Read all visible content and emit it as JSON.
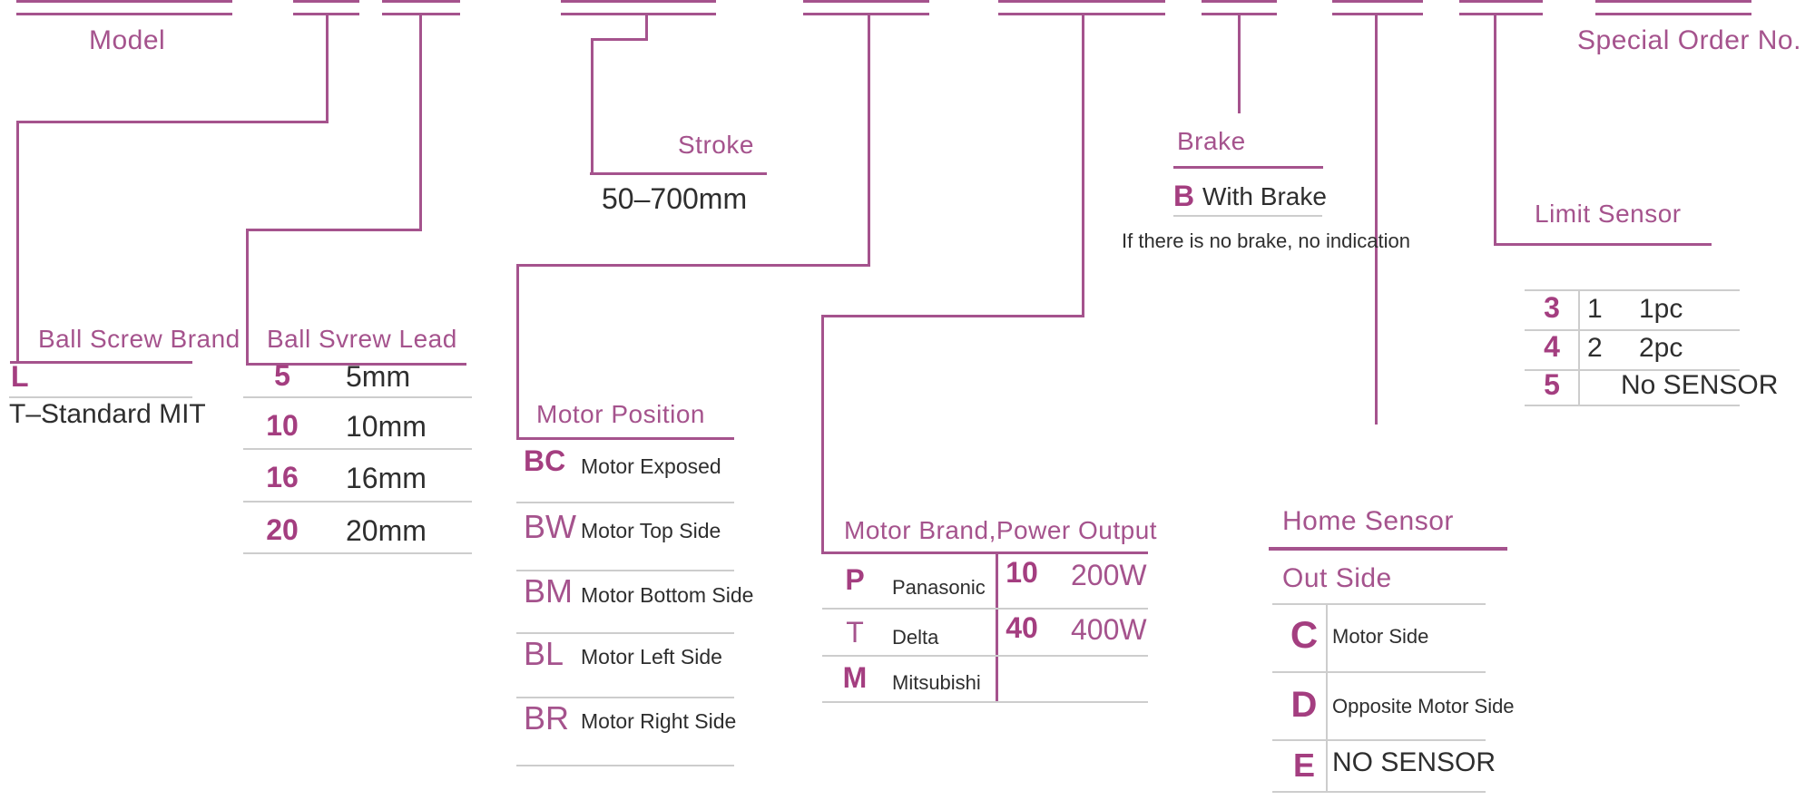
{
  "colors": {
    "accent": "#A5538D",
    "code": "#A43E80",
    "ink": "#2E2E2E",
    "separator": "#CDCDCD"
  },
  "top": {
    "model_label": "Model",
    "special_order_label": "Special Order No."
  },
  "ball_screw_brand": {
    "title": "Ball Screw Brand",
    "code": "L",
    "desc": "T–Standard MIT"
  },
  "ball_screw_lead": {
    "title": "Ball Svrew Lead",
    "rows": [
      {
        "code": "5",
        "value": "5mm"
      },
      {
        "code": "10",
        "value": "10mm"
      },
      {
        "code": "16",
        "value": "16mm"
      },
      {
        "code": "20",
        "value": "20mm"
      }
    ]
  },
  "stroke": {
    "title": "Stroke",
    "range": "50–700mm"
  },
  "motor_position": {
    "title": "Motor Position",
    "rows": [
      {
        "code": "BC",
        "label": "Motor Exposed"
      },
      {
        "code": "BW",
        "label": "Motor Top Side"
      },
      {
        "code": "BM",
        "label": "Motor Bottom Side"
      },
      {
        "code": "BL",
        "label": "Motor Left Side"
      },
      {
        "code": "BR",
        "label": "Motor Right Side"
      }
    ]
  },
  "motor_brand_power": {
    "title": "Motor Brand,Power Output",
    "brands": [
      {
        "code": "P",
        "label": "Panasonic"
      },
      {
        "code": "T",
        "label": "Delta"
      },
      {
        "code": "M",
        "label": "Mitsubishi"
      }
    ],
    "powers": [
      {
        "code": "10",
        "label": "200W"
      },
      {
        "code": "40",
        "label": "400W"
      }
    ]
  },
  "brake": {
    "title": "Brake",
    "code": "B",
    "label": "With Brake",
    "note": "If there is no brake, no indication"
  },
  "home_sensor": {
    "title": "Home Sensor",
    "subtitle": "Out Side",
    "rows": [
      {
        "code": "C",
        "label": "Motor Side"
      },
      {
        "code": "D",
        "label": "Opposite Motor Side"
      },
      {
        "code": "E",
        "label": "NO SENSOR"
      }
    ]
  },
  "limit_sensor": {
    "title": "Limit Sensor",
    "rows": [
      {
        "code": "3",
        "qty": "1",
        "label": "1pc"
      },
      {
        "code": "4",
        "qty": "2",
        "label": "2pc"
      },
      {
        "code": "5",
        "qty": "",
        "label": "No SENSOR"
      }
    ]
  }
}
